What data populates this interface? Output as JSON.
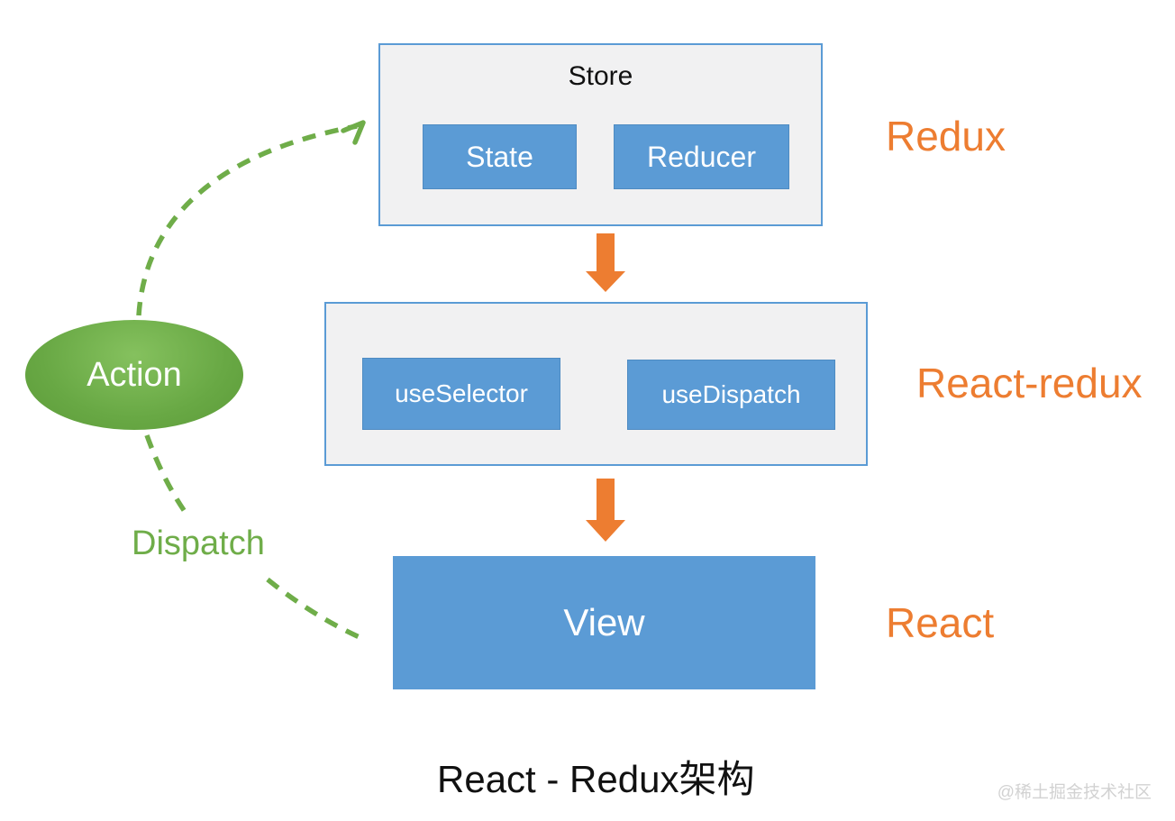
{
  "title": "React - Redux架构",
  "watermark": "@稀土掘金技术社区",
  "nodes": {
    "store": {
      "label": "Store"
    },
    "state": {
      "label": "State"
    },
    "reducer": {
      "label": "Reducer"
    },
    "use_selector": {
      "label": "useSelector"
    },
    "use_dispatch": {
      "label": "useDispatch"
    },
    "view": {
      "label": "View"
    },
    "action": {
      "label": "Action"
    }
  },
  "edge_labels": {
    "dispatch": "Dispatch"
  },
  "layer_labels": {
    "redux": "Redux",
    "react_redux": "React-redux",
    "react": "React"
  },
  "edges": [
    {
      "from": "action",
      "to": "store",
      "style": "green-dashed-arrow"
    },
    {
      "from": "store",
      "to": "react_redux_container",
      "style": "orange-block-arrow"
    },
    {
      "from": "react_redux_container",
      "to": "view",
      "style": "orange-block-arrow"
    },
    {
      "from": "view",
      "to": "action",
      "style": "green-dashed-line",
      "label": "Dispatch"
    }
  ],
  "colors": {
    "box_blue": "#5b9bd5",
    "container_fill": "#f1f1f2",
    "container_border": "#5b9bd5",
    "arrow_orange": "#ed7d31",
    "label_orange": "#ed7d31",
    "green": "#6fad49",
    "title_black": "#111111",
    "watermark_gray": "#d2d2d2",
    "background": "#ffffff"
  }
}
